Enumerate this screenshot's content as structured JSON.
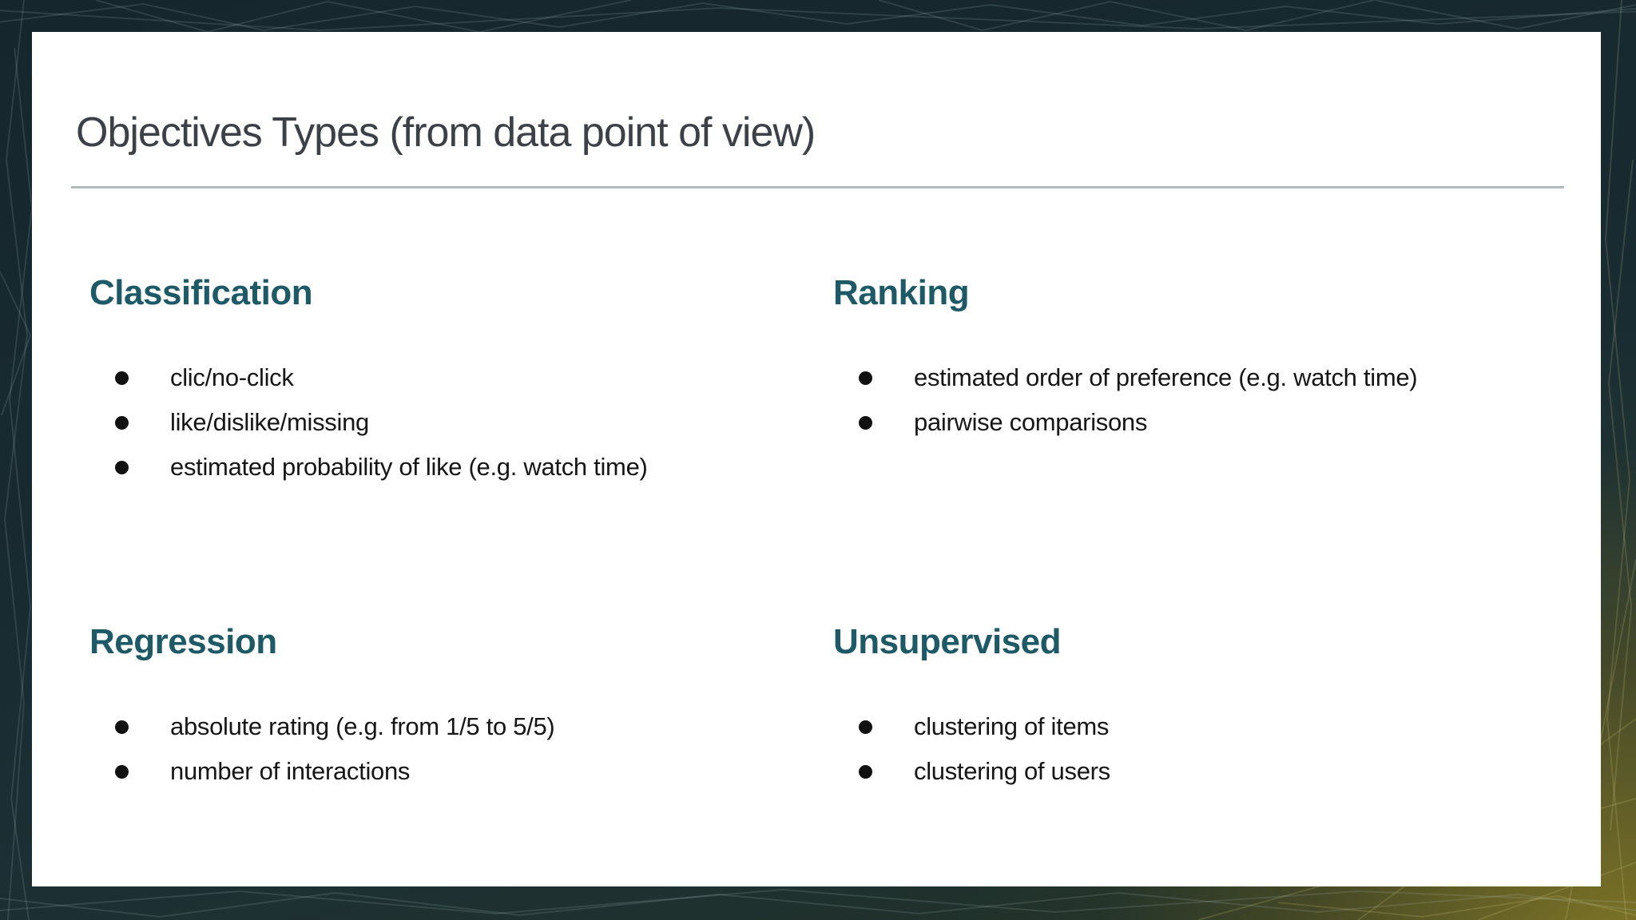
{
  "slide": {
    "title": "Objectives Types (from data point of view)",
    "accent_color": "#1d5a67",
    "title_color": "#3b4147",
    "card_background": "#ffffff",
    "backdrop_colors": {
      "teal": "#15272d",
      "olive_gold": "#c5a828"
    },
    "sections": [
      {
        "heading": "Classification",
        "items": [
          "clic/no-click",
          "like/dislike/missing",
          "estimated probability of like (e.g. watch time)"
        ]
      },
      {
        "heading": "Ranking",
        "items": [
          "estimated order of preference (e.g. watch time)",
          "pairwise comparisons"
        ]
      },
      {
        "heading": "Regression",
        "items": [
          "absolute rating (e.g. from 1/5 to 5/5)",
          "number of interactions"
        ]
      },
      {
        "heading": "Unsupervised",
        "items": [
          "clustering of items",
          "clustering of users"
        ]
      }
    ]
  }
}
